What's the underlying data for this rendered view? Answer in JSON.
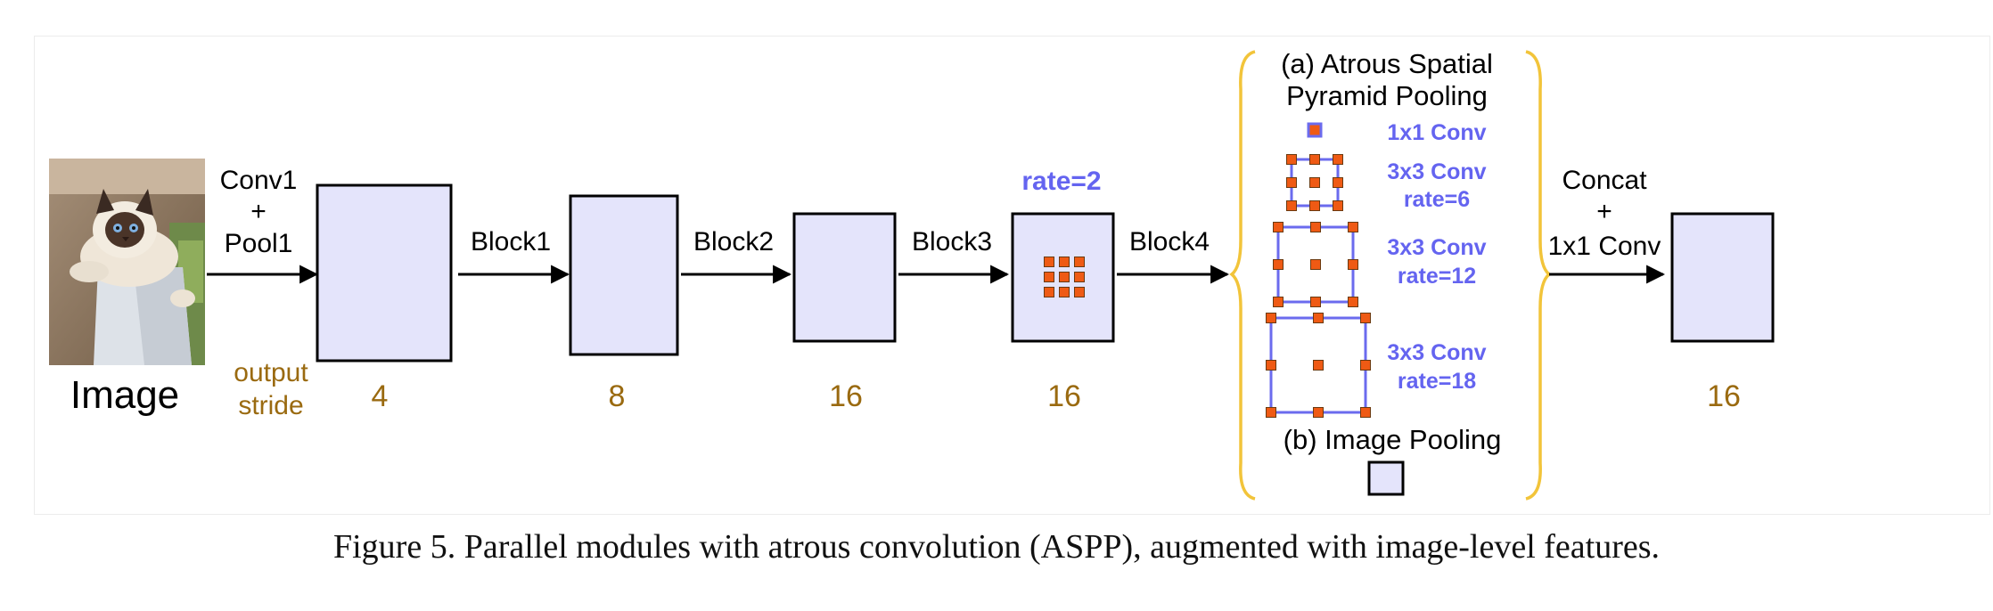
{
  "colors": {
    "feature_fill": "#e4e4fb",
    "feature_stroke": "#000000",
    "brown": "#9a6a10",
    "blue_label": "#6464f0",
    "kernel_orange": "#ef5a14",
    "kernel_border": "#6a3a10",
    "kernel_box": "#6b6bee",
    "brace": "#f2c43a",
    "arrow": "#000000"
  },
  "input": {
    "image_label": "Image",
    "photo_alt": "cat photo"
  },
  "stride_label": [
    "output",
    "stride"
  ],
  "stages": [
    {
      "arrow_label": [
        "Conv1",
        "+",
        "Pool1"
      ],
      "stride": "4"
    },
    {
      "arrow_label": [
        "Block1"
      ],
      "stride": "8"
    },
    {
      "arrow_label": [
        "Block2"
      ],
      "stride": "16"
    },
    {
      "arrow_label": [
        "Block3"
      ],
      "stride": "16",
      "rate_label": "rate=2"
    },
    {
      "arrow_label": [
        "Block4"
      ]
    }
  ],
  "aspp": {
    "title": [
      "(a) Atrous Spatial",
      "Pyramid Pooling"
    ],
    "branches": [
      {
        "label": [
          "1x1 Conv"
        ]
      },
      {
        "label": [
          "3x3 Conv",
          "rate=6"
        ]
      },
      {
        "label": [
          "3x3 Conv",
          "rate=12"
        ]
      },
      {
        "label": [
          "3x3 Conv",
          "rate=18"
        ]
      }
    ],
    "image_pooling": "(b) Image Pooling"
  },
  "output": {
    "arrow_label": [
      "Concat",
      "+",
      "1x1 Conv"
    ],
    "stride": "16"
  },
  "caption": "Figure 5. Parallel modules with atrous convolution (ASPP), augmented with image-level features."
}
